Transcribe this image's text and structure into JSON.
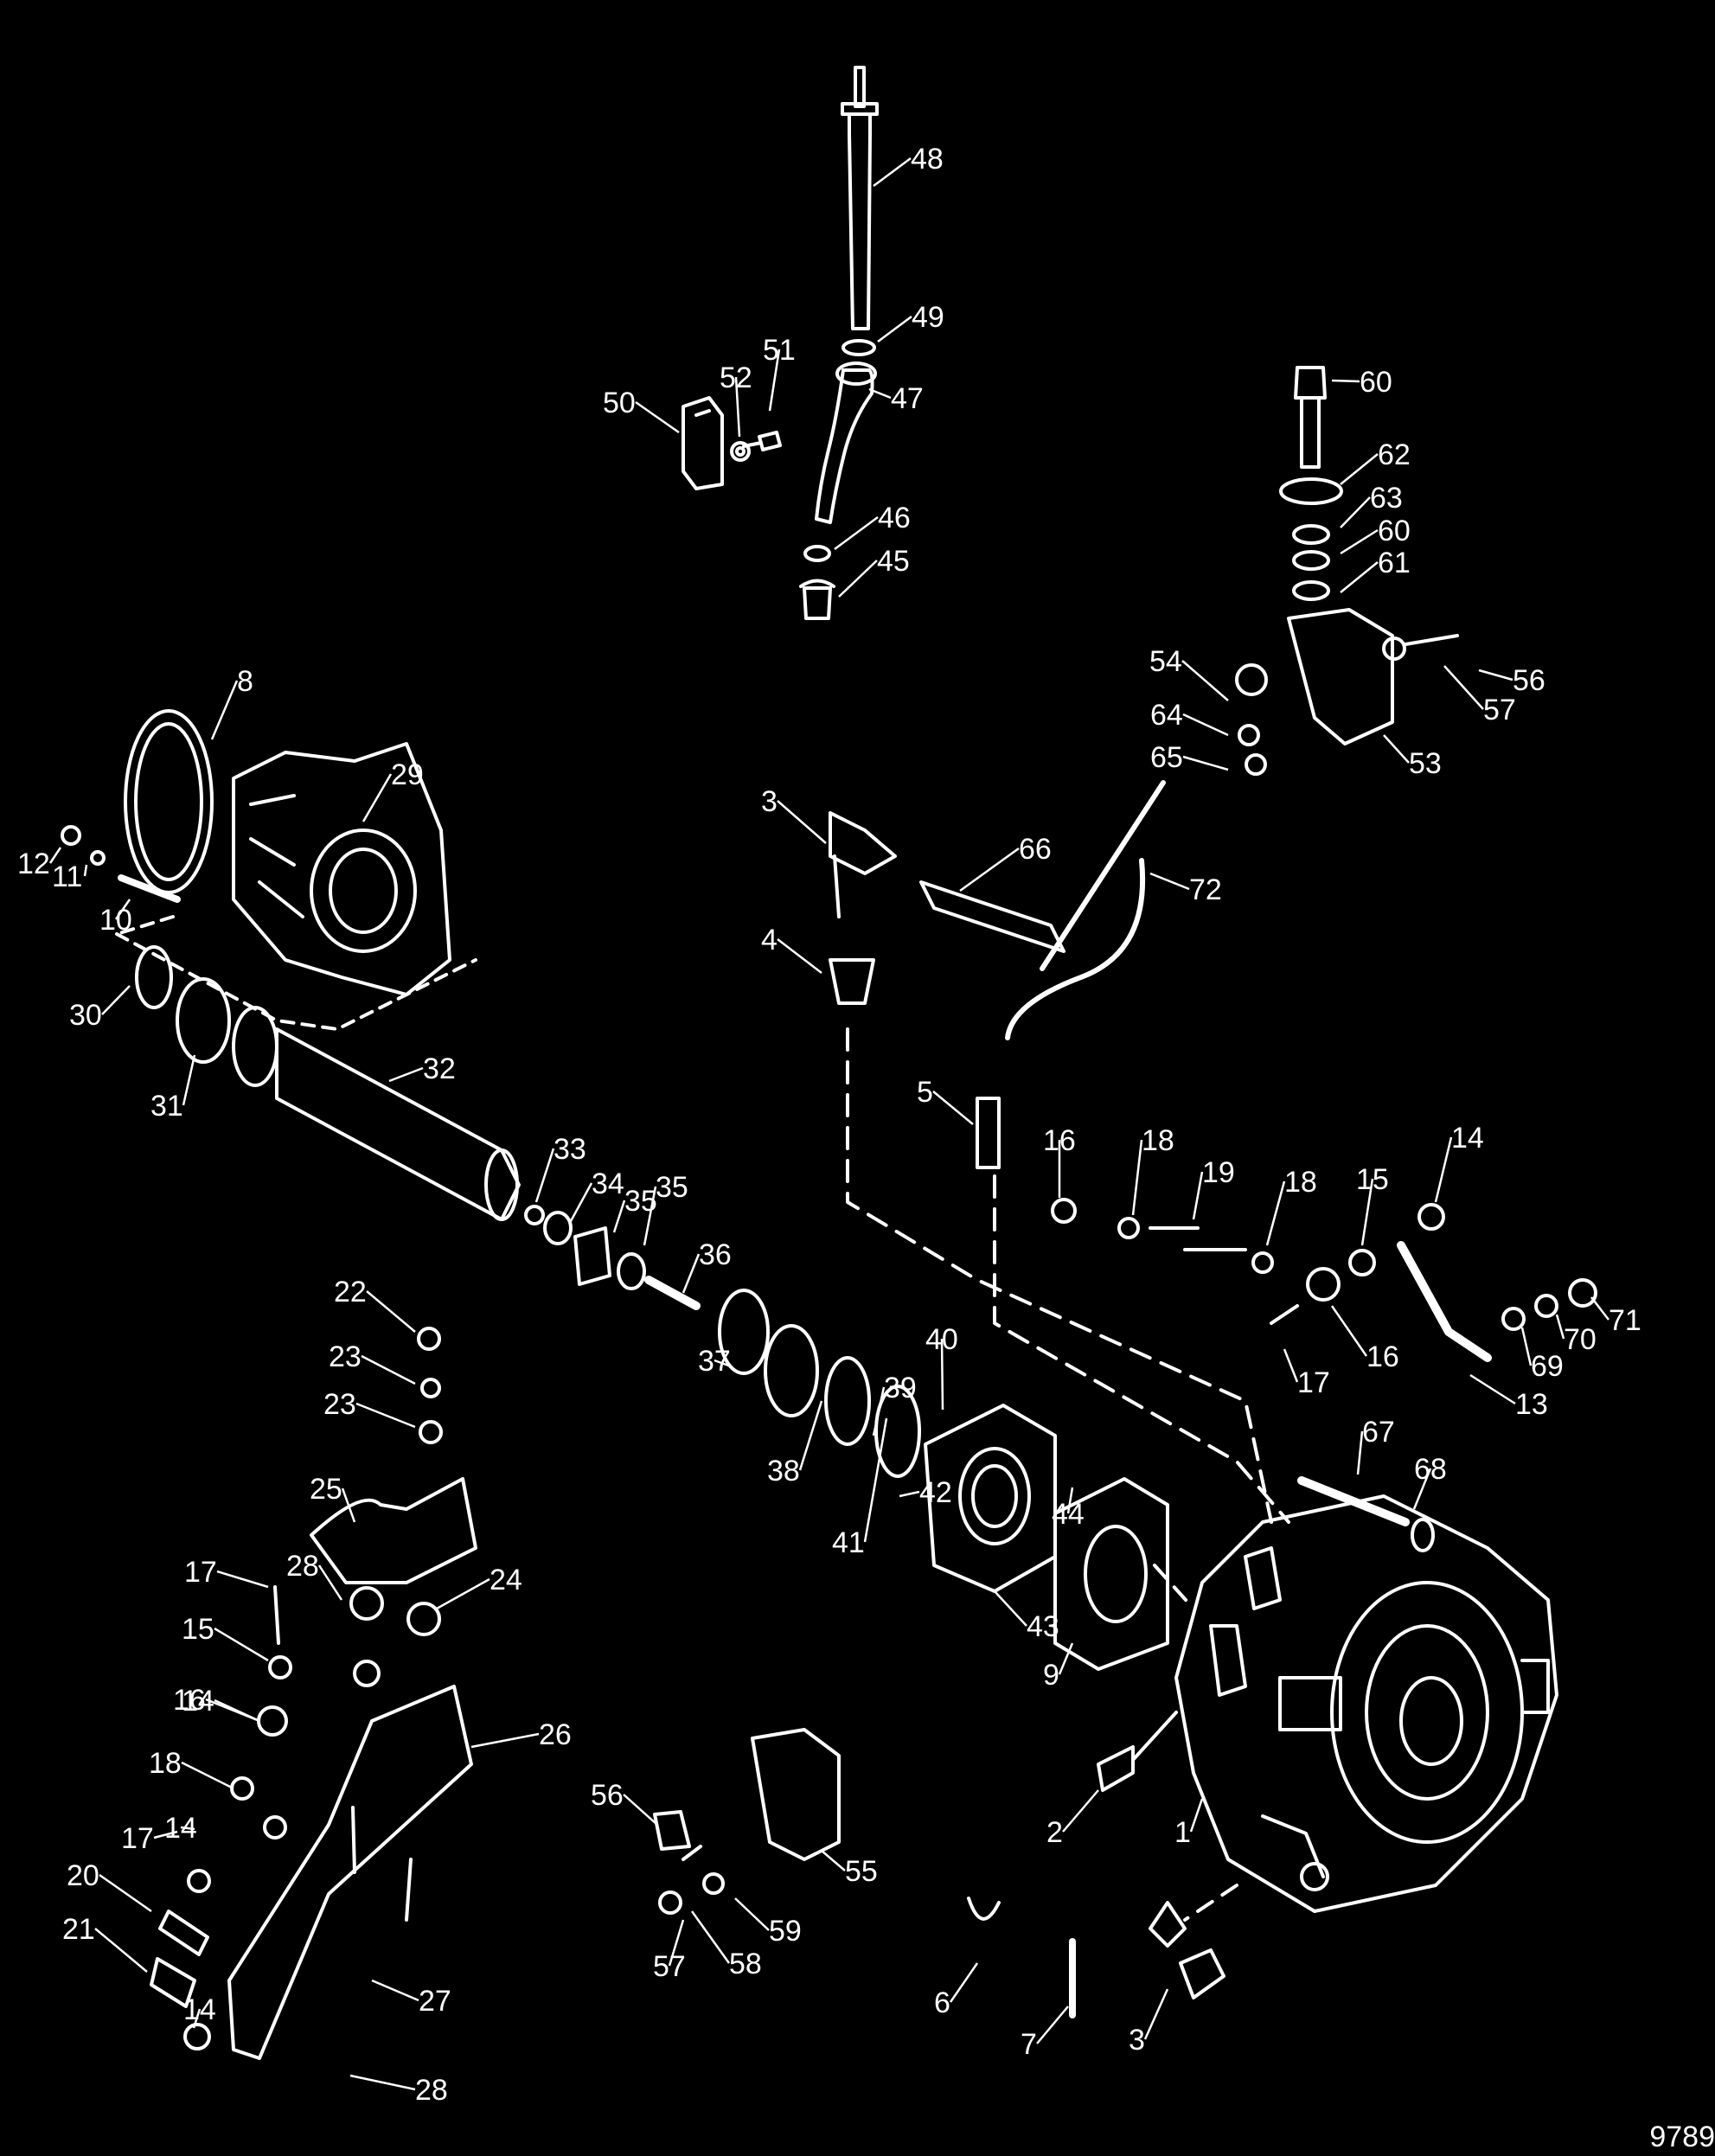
{
  "figure_id": "9789",
  "callouts": [
    "1",
    "2",
    "3",
    "3",
    "4",
    "5",
    "6",
    "7",
    "8",
    "9",
    "10",
    "11",
    "12",
    "13",
    "14",
    "14",
    "14",
    "14",
    "15",
    "15",
    "16",
    "16",
    "16",
    "17",
    "17",
    "17",
    "18",
    "18",
    "18",
    "19",
    "20",
    "21",
    "22",
    "23",
    "23",
    "24",
    "25",
    "26",
    "27",
    "28",
    "28",
    "29",
    "30",
    "31",
    "32",
    "33",
    "34",
    "35",
    "35",
    "36",
    "37",
    "38",
    "39",
    "40",
    "41",
    "42",
    "43",
    "44",
    "45",
    "46",
    "47",
    "48",
    "49",
    "50",
    "51",
    "52",
    "53",
    "54",
    "55",
    "56",
    "56",
    "57",
    "57",
    "58",
    "59",
    "60",
    "60",
    "61",
    "62",
    "63",
    "64",
    "65",
    "66",
    "67",
    "68",
    "69",
    "70",
    "71",
    "72"
  ]
}
